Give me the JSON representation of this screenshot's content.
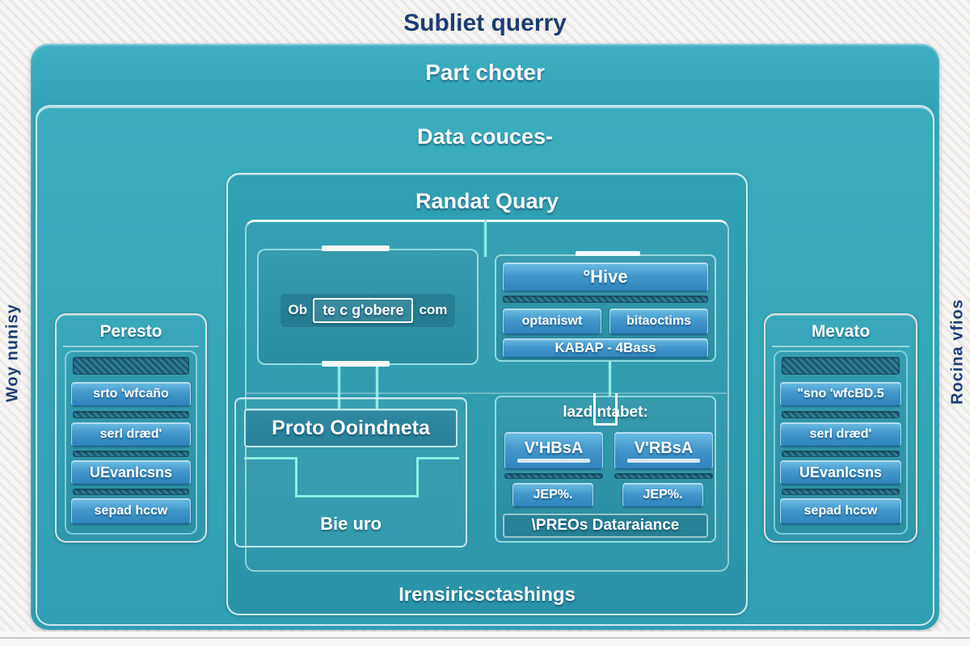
{
  "page_title": "Subliet querry",
  "outer_box": {
    "title": "Part choter"
  },
  "data_sources_box": {
    "title": "Data couces-"
  },
  "randat_box": {
    "title": "Randat Quary",
    "footer": "Irensiricsctashings",
    "object_box": {
      "prefix": "Ob",
      "boxed": "te c g'obere",
      "suffix": "com"
    },
    "hive_box": {
      "title": "°Hive",
      "button_left": "optaniswt",
      "button_right": "bitaoctims",
      "button_bottom": "KABAP - 4Bass"
    },
    "proto_box": {
      "title": "Proto Ooindneta",
      "label": "Bie uro"
    },
    "lazd_box": {
      "title": "lazd ntabet:",
      "left_button": "V'HBsA",
      "right_button": "V'RBsA",
      "left_small": "JEP%.",
      "right_small": "JEP%.",
      "footer": "\\PREOs Dataraiance"
    }
  },
  "left_panel": {
    "title": "Peresto",
    "items": [
      "srto 'wfcaño",
      "serl dræd'",
      "UEvanlcsns",
      "sepad hccw"
    ]
  },
  "right_panel": {
    "title": "Mevato",
    "items": [
      "\"sno 'wfcBD.5",
      "serl dræd'",
      "UEvanlcsns",
      "sepad hccw"
    ]
  },
  "side_labels": {
    "left": "Woy nunisy",
    "right": "Rocina vfios"
  },
  "colors": {
    "teal": "#35a8bb",
    "teal_dark": "#2e97ac",
    "button_blue": "#4098ca",
    "navy_text": "#1c3d74",
    "cyan_border": "#7fd8dc",
    "background": "#f2f1ee"
  }
}
